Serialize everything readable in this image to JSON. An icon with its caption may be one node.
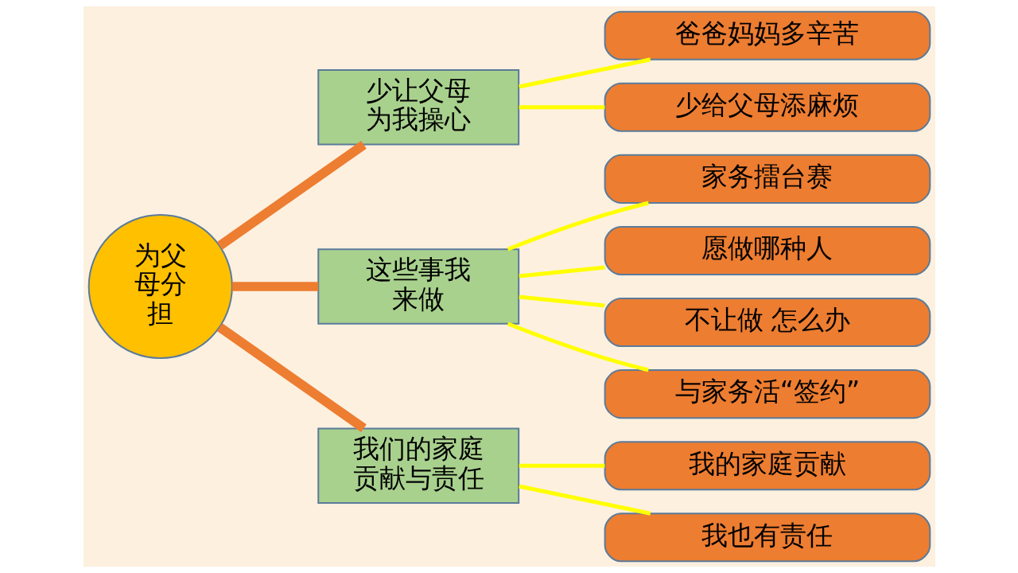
{
  "diagram": {
    "nodes": [
      {
        "text": [
          "为父母分担"
        ]
      },
      {
        "text": [
          "少让父母为我操心"
        ]
      },
      {
        "text": [
          "爸爸妈妈多辛苦"
        ]
      },
      {
        "text": [
          "少给父母添麻烦"
        ]
      },
      {
        "text": [
          "这些事我来做"
        ]
      },
      {
        "text": [
          "家务擂台赛"
        ]
      },
      {
        "text": [
          "愿做哪种人"
        ]
      },
      {
        "text": [
          "不让做 怎么办"
        ]
      },
      {
        "text": [
          "与家务活“签约”"
        ]
      },
      {
        "text": [
          "我们的家庭贡献与责任"
        ]
      },
      {
        "text": [
          "我的家庭贡献"
        ]
      },
      {
        "text": [
          "我也有责任"
        ]
      }
    ],
    "edges": [
      {
        "from": 0,
        "to": 1,
        "arrow": "none",
        "style": "thick",
        "color": "#ed7d31"
      },
      {
        "from": 0,
        "to": 4,
        "arrow": "none",
        "style": "thick",
        "color": "#ed7d31"
      },
      {
        "from": 0,
        "to": 9,
        "arrow": "none",
        "style": "thick",
        "color": "#ed7d31"
      },
      {
        "from": 1,
        "to": 2,
        "arrow": "none"
      },
      {
        "from": 1,
        "to": 3,
        "arrow": "none"
      },
      {
        "from": 4,
        "to": 5,
        "arrow": "none"
      },
      {
        "from": 4,
        "to": 6,
        "arrow": "none"
      },
      {
        "from": 4,
        "to": 7,
        "arrow": "none"
      },
      {
        "from": 4,
        "to": 8,
        "arrow": "none"
      },
      {
        "from": 9,
        "to": 10,
        "arrow": "none"
      },
      {
        "from": 9,
        "to": 11,
        "arrow": "none"
      }
    ]
  }
}
